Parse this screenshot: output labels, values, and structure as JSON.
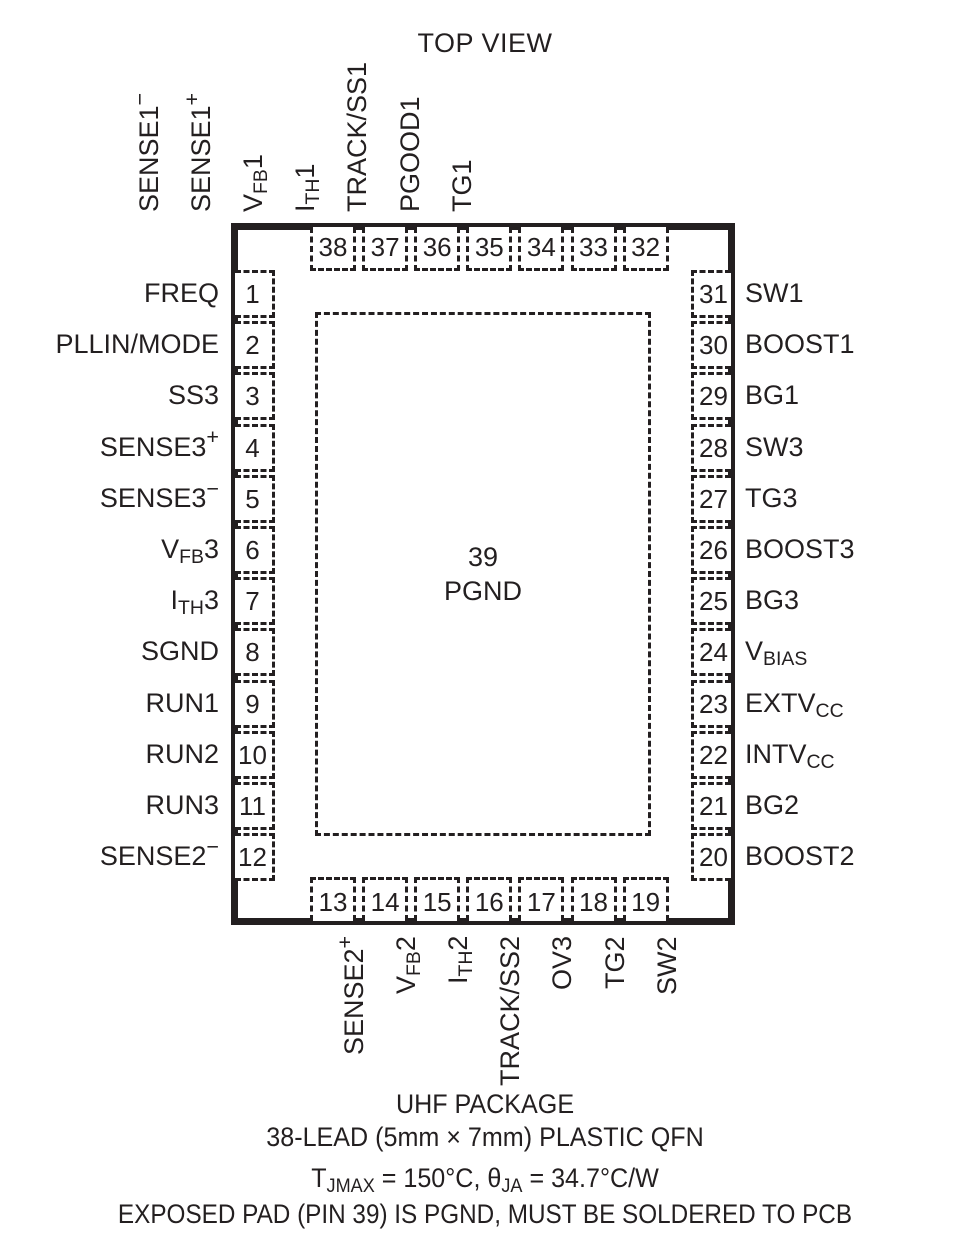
{
  "title": "TOP VIEW",
  "package": {
    "exposed_pad": {
      "pin_number": "39",
      "name": "PGND"
    }
  },
  "pins": {
    "left": [
      {
        "number": "1",
        "name": "FREQ"
      },
      {
        "number": "2",
        "name": "PLLIN/MODE"
      },
      {
        "number": "3",
        "name": "SS3"
      },
      {
        "number": "4",
        "name": "SENSE3+"
      },
      {
        "number": "5",
        "name": "SENSE3-"
      },
      {
        "number": "6",
        "name": "VFB3"
      },
      {
        "number": "7",
        "name": "ITH3"
      },
      {
        "number": "8",
        "name": "SGND"
      },
      {
        "number": "9",
        "name": "RUN1"
      },
      {
        "number": "10",
        "name": "RUN2"
      },
      {
        "number": "11",
        "name": "RUN3"
      },
      {
        "number": "12",
        "name": "SENSE2-"
      }
    ],
    "bottom": [
      {
        "number": "13",
        "name": "SENSE2+"
      },
      {
        "number": "14",
        "name": "VFB2"
      },
      {
        "number": "15",
        "name": "ITH2"
      },
      {
        "number": "16",
        "name": "TRACK/SS2"
      },
      {
        "number": "17",
        "name": "OV3"
      },
      {
        "number": "18",
        "name": "TG2"
      },
      {
        "number": "19",
        "name": "SW2"
      }
    ],
    "right": [
      {
        "number": "20",
        "name": "BOOST2"
      },
      {
        "number": "21",
        "name": "BG2"
      },
      {
        "number": "22",
        "name": "INTVCC"
      },
      {
        "number": "23",
        "name": "EXTVCC"
      },
      {
        "number": "24",
        "name": "VBIAS"
      },
      {
        "number": "25",
        "name": "BG3"
      },
      {
        "number": "26",
        "name": "BOOST3"
      },
      {
        "number": "27",
        "name": "TG3"
      },
      {
        "number": "28",
        "name": "SW3"
      },
      {
        "number": "29",
        "name": "BG1"
      },
      {
        "number": "30",
        "name": "BOOST1"
      },
      {
        "number": "31",
        "name": "SW1"
      }
    ],
    "top": [
      {
        "number": "32",
        "name": "TG1"
      },
      {
        "number": "33",
        "name": "PGOOD1"
      },
      {
        "number": "34",
        "name": "TRACK/SS1"
      },
      {
        "number": "35",
        "name": "ITH1"
      },
      {
        "number": "36",
        "name": "VFB1"
      },
      {
        "number": "37",
        "name": "SENSE1+"
      },
      {
        "number": "38",
        "name": "SENSE1-"
      }
    ]
  },
  "caption": {
    "line1": "UHF PACKAGE",
    "line2": "38-LEAD (5mm × 7mm) PLASTIC QFN",
    "line3_prefix": "T",
    "line3_sub1": "JMAX",
    "line3_mid": " = 150°C, θ",
    "line3_sub2": "JA",
    "line3_suffix": " = 34.7°C/W",
    "line4": "EXPOSED PAD (PIN 39) IS PGND, MUST BE SOLDERED TO PCB"
  }
}
